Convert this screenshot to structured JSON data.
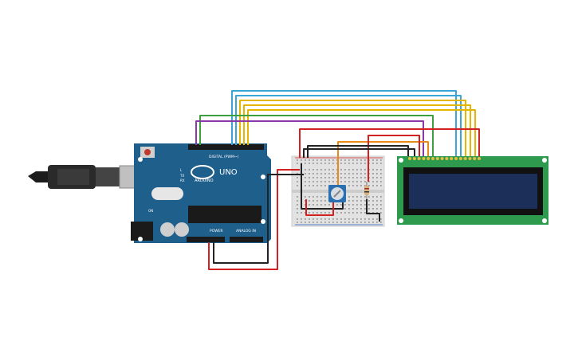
{
  "board": {
    "brand": "ARDUINO",
    "model": "UNO",
    "digital_label": "DIGITAL (PWM~)",
    "power_label": "POWER",
    "analog_label": "ANALOG IN",
    "tx_label": "TX",
    "rx_label": "RX",
    "on_label": "ON",
    "l_label": "L",
    "color": "#1f5f8b"
  },
  "lcd": {
    "board_color": "#2e9a4e",
    "screen_color": "#1c2f59"
  },
  "wire_colors": {
    "blue": "#3aa6d8",
    "yellow": "#e6b500",
    "green": "#3c9f40",
    "purple": "#8a37a8",
    "red": "#d42020",
    "orange": "#e88a1a",
    "black": "#222222"
  },
  "icons": {
    "usb": "usb-cable-icon",
    "pot": "potentiometer-icon",
    "res": "resistor-icon"
  }
}
